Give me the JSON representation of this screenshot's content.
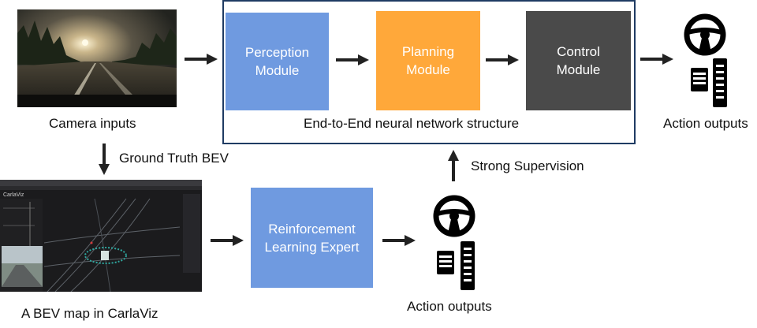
{
  "camera": {
    "caption": "Camera inputs"
  },
  "ground_truth": {
    "label": "Ground Truth BEV"
  },
  "bev": {
    "caption": "A BEV map in CarlaViz",
    "app_name": "CarlaViz"
  },
  "e2e": {
    "caption": "End-to-End neural network structure",
    "perception": {
      "line1": "Perception",
      "line2": "Module",
      "color": "#6f9ae0"
    },
    "planning": {
      "line1": "Planning",
      "line2": "Module",
      "color": "#ffa83a"
    },
    "control": {
      "line1": "Control",
      "line2": "Module",
      "color": "#4a4a4a"
    }
  },
  "rl": {
    "line1": "Reinforcement",
    "line2": "Learning Expert",
    "color": "#6f9ae0"
  },
  "supervision": {
    "label": "Strong Supervision"
  },
  "action_top": {
    "caption": "Action outputs",
    "icon": "steering-pedals-icon"
  },
  "action_bottom": {
    "caption": "Action outputs",
    "icon": "steering-pedals-icon"
  }
}
